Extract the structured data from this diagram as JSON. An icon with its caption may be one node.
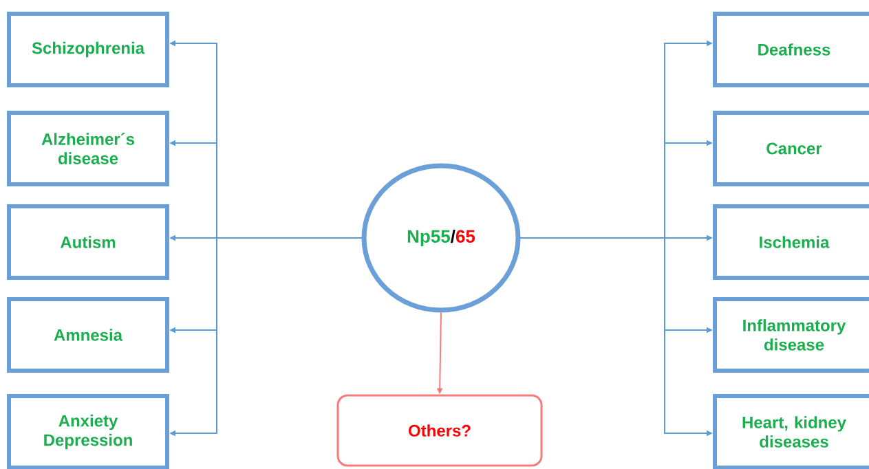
{
  "diagram": {
    "nodes": [
      {
        "text": [
          "Np55",
          "/",
          "65"
        ]
      },
      {
        "text": [
          "Schizophrenia"
        ]
      },
      {
        "text": [
          "Alzheimer´s disease"
        ]
      },
      {
        "text": [
          "Autism"
        ]
      },
      {
        "text": [
          "Amnesia"
        ]
      },
      {
        "text": [
          "Anxiety Depression"
        ]
      },
      {
        "text": [
          "Deafness"
        ]
      },
      {
        "text": [
          "Cancer"
        ]
      },
      {
        "text": [
          "Ischemia"
        ]
      },
      {
        "text": [
          "Inflammatory disease"
        ]
      },
      {
        "text": [
          "Heart, kidney diseases"
        ]
      },
      {
        "text": [
          "Others?"
        ]
      }
    ],
    "edges": [
      {
        "from": 0,
        "to": 1,
        "arrow": "to"
      },
      {
        "from": 0,
        "to": 2,
        "arrow": "to"
      },
      {
        "from": 0,
        "to": 3,
        "arrow": "to"
      },
      {
        "from": 0,
        "to": 4,
        "arrow": "to"
      },
      {
        "from": 0,
        "to": 5,
        "arrow": "to"
      },
      {
        "from": 0,
        "to": 6,
        "arrow": "to"
      },
      {
        "from": 0,
        "to": 7,
        "arrow": "to"
      },
      {
        "from": 0,
        "to": 8,
        "arrow": "to"
      },
      {
        "from": 0,
        "to": 9,
        "arrow": "to"
      },
      {
        "from": 0,
        "to": 10,
        "arrow": "to"
      },
      {
        "from": 0,
        "to": 11,
        "arrow": "to",
        "color": "#f47c7c"
      }
    ]
  }
}
